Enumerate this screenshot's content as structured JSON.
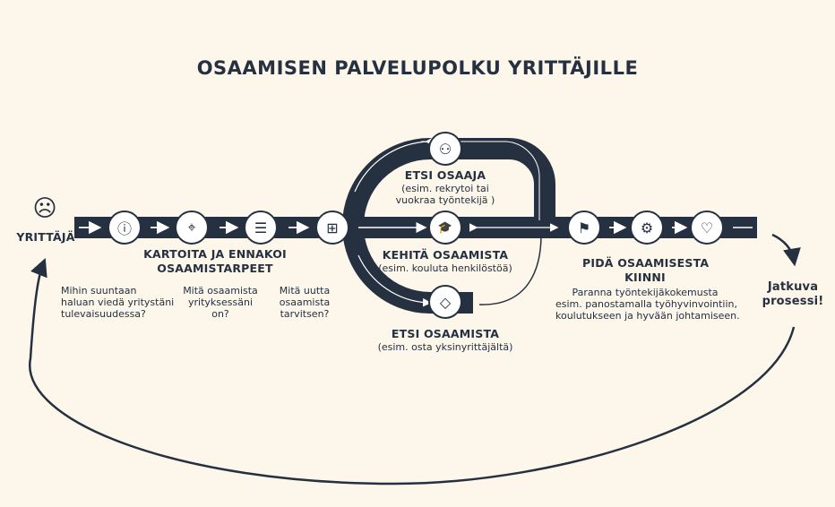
{
  "title": "OSAAMISEN PALVELUPOLKU YRITTÄJILLE",
  "start": {
    "label": "YRITTÄJÄ",
    "icon": "face-icon"
  },
  "phase1": {
    "heading_line1": "KARTOITA JA ENNAKOI",
    "heading_line2": "OSAAMISTARPEET",
    "questions": [
      [
        "Mihin suuntaan",
        "haluan viedä yritystäni",
        "tulevaisuudessa?"
      ],
      [
        "Mitä osaamista",
        "yrityksessäni",
        "on?"
      ],
      [
        "Mitä uutta",
        "osaamista",
        "tarvitsen?"
      ]
    ]
  },
  "options": [
    {
      "heading": "ETSI OSAAJA",
      "sub_line1": "(esim. rekrytoi tai",
      "sub_line2": "vuokraa työntekijä )",
      "icon": "person-icon"
    },
    {
      "heading": "KEHITÄ OSAAMISTA",
      "sub_line1": "(esim. kouluta henkilöstöä)",
      "icon": "graduation-cap-icon"
    },
    {
      "heading": "ETSI OSAAMISTA",
      "sub_line1": "(esim. osta yksinyrittäjältä)",
      "icon": "diamond-icon"
    }
  ],
  "phase3": {
    "heading_line1": "PIDÄ OSAAMISESTA",
    "heading_line2": "KIINNI",
    "text": [
      "Paranna työntekijäkokemusta",
      "esim. panostamalla työhyvinvointiin,",
      "koulutukseen ja hyvään johtamiseen."
    ]
  },
  "cycle": {
    "line1": "Jatkuva",
    "line2": "prosessi!"
  },
  "icons": {
    "n1": "ⓘ",
    "n2": "⌖",
    "n3": "☰",
    "n4": "⊞",
    "top": "⚇",
    "mid": "🎓",
    "bot": "◇",
    "r1": "⚑",
    "r2": "⚙",
    "r3": "♡"
  },
  "colors": {
    "dark": "#253040",
    "bg": "#fdf6ea"
  }
}
